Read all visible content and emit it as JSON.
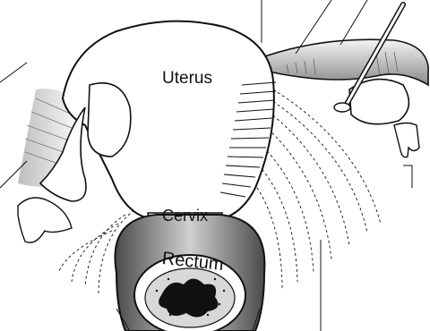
{
  "labels": {
    "uterus": "Uterus",
    "cervix": "Cervix",
    "rectum": "Rectum"
  },
  "colors": {
    "ink": "#111111",
    "paper": "#ffffff",
    "shade": "#9a9a9a",
    "mucosa": "#d8d8d8"
  }
}
